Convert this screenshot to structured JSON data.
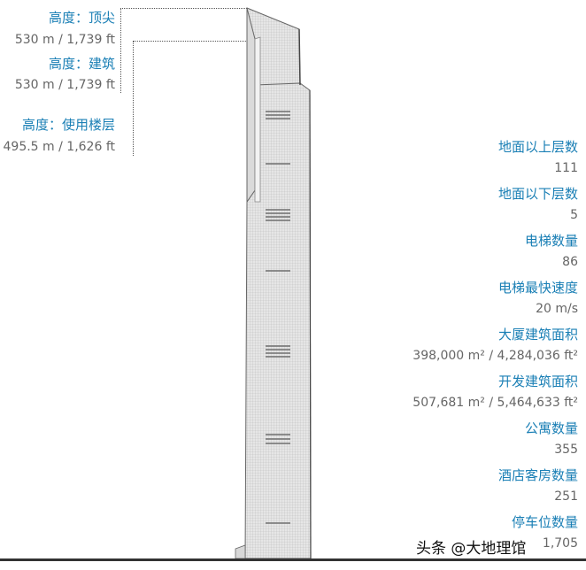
{
  "heights": [
    {
      "label": "高度：顶尖",
      "value": "530 m / 1,739 ft"
    },
    {
      "label": "高度：建筑",
      "value": "530 m / 1,739 ft"
    },
    {
      "label": "高度：使用楼层",
      "value": "495.5 m / 1,626 ft"
    }
  ],
  "stats": [
    {
      "label": "地面以上层数",
      "value": "111"
    },
    {
      "label": "地面以下层数",
      "value": "5"
    },
    {
      "label": "电梯数量",
      "value": "86"
    },
    {
      "label": "电梯最快速度",
      "value": "20 m/s"
    },
    {
      "label": "大厦建筑面积",
      "value": "398,000 m² / 4,284,036 ft²"
    },
    {
      "label": "开发建筑面积",
      "value": "507,681 m² / 5,464,633 ft²"
    },
    {
      "label": "公寓数量",
      "value": "355"
    },
    {
      "label": "酒店客房数量",
      "value": "251"
    },
    {
      "label": "停车位数量",
      "value": "1,705"
    }
  ],
  "watermark": "头条 @大地理馆",
  "colors": {
    "label": "#1a7fb5",
    "value": "#666666",
    "building_fill": "#e4e4e4",
    "building_line": "#555555"
  }
}
